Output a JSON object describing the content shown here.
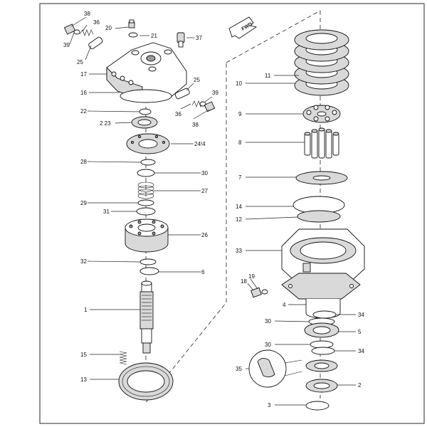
{
  "diagram": {
    "fwd_label": "FWD",
    "callouts": [
      {
        "key": "c38a",
        "text": "38"
      },
      {
        "key": "c36a",
        "text": "36"
      },
      {
        "key": "c39a",
        "text": "39"
      },
      {
        "key": "c25a",
        "text": "25"
      },
      {
        "key": "c20",
        "text": "20"
      },
      {
        "key": "c21",
        "text": "21"
      },
      {
        "key": "c37",
        "text": "37"
      },
      {
        "key": "c17",
        "text": "17"
      },
      {
        "key": "c16",
        "text": "16"
      },
      {
        "key": "c25b",
        "text": "25"
      },
      {
        "key": "c39b",
        "text": "39"
      },
      {
        "key": "c36b",
        "text": "36"
      },
      {
        "key": "c38b",
        "text": "38"
      },
      {
        "key": "c22",
        "text": "22"
      },
      {
        "key": "c2_23",
        "text": "2 23"
      },
      {
        "key": "c24",
        "text": "24!4"
      },
      {
        "key": "c28",
        "text": "28"
      },
      {
        "key": "c30a",
        "text": "30"
      },
      {
        "key": "c27",
        "text": "27"
      },
      {
        "key": "c29",
        "text": "29"
      },
      {
        "key": "c31",
        "text": "31"
      },
      {
        "key": "c26",
        "text": "26"
      },
      {
        "key": "c32",
        "text": "32"
      },
      {
        "key": "c6",
        "text": "6"
      },
      {
        "key": "c1",
        "text": "1"
      },
      {
        "key": "c15",
        "text": "15"
      },
      {
        "key": "c13",
        "text": "13"
      },
      {
        "key": "c11",
        "text": "11"
      },
      {
        "key": "c10",
        "text": "10"
      },
      {
        "key": "c9",
        "text": "9"
      },
      {
        "key": "c8",
        "text": "8"
      },
      {
        "key": "c7",
        "text": "7"
      },
      {
        "key": "c14",
        "text": "14"
      },
      {
        "key": "c12",
        "text": "12"
      },
      {
        "key": "c33",
        "text": "33"
      },
      {
        "key": "c19",
        "text": "19"
      },
      {
        "key": "c18",
        "text": "18"
      },
      {
        "key": "c4",
        "text": "4"
      },
      {
        "key": "c34a",
        "text": "34"
      },
      {
        "key": "c30b",
        "text": "30"
      },
      {
        "key": "c5",
        "text": "5"
      },
      {
        "key": "c30c",
        "text": "30"
      },
      {
        "key": "c34b",
        "text": "34"
      },
      {
        "key": "c35",
        "text": "35"
      },
      {
        "key": "c2",
        "text": "2"
      },
      {
        "key": "c3",
        "text": "3"
      }
    ]
  }
}
